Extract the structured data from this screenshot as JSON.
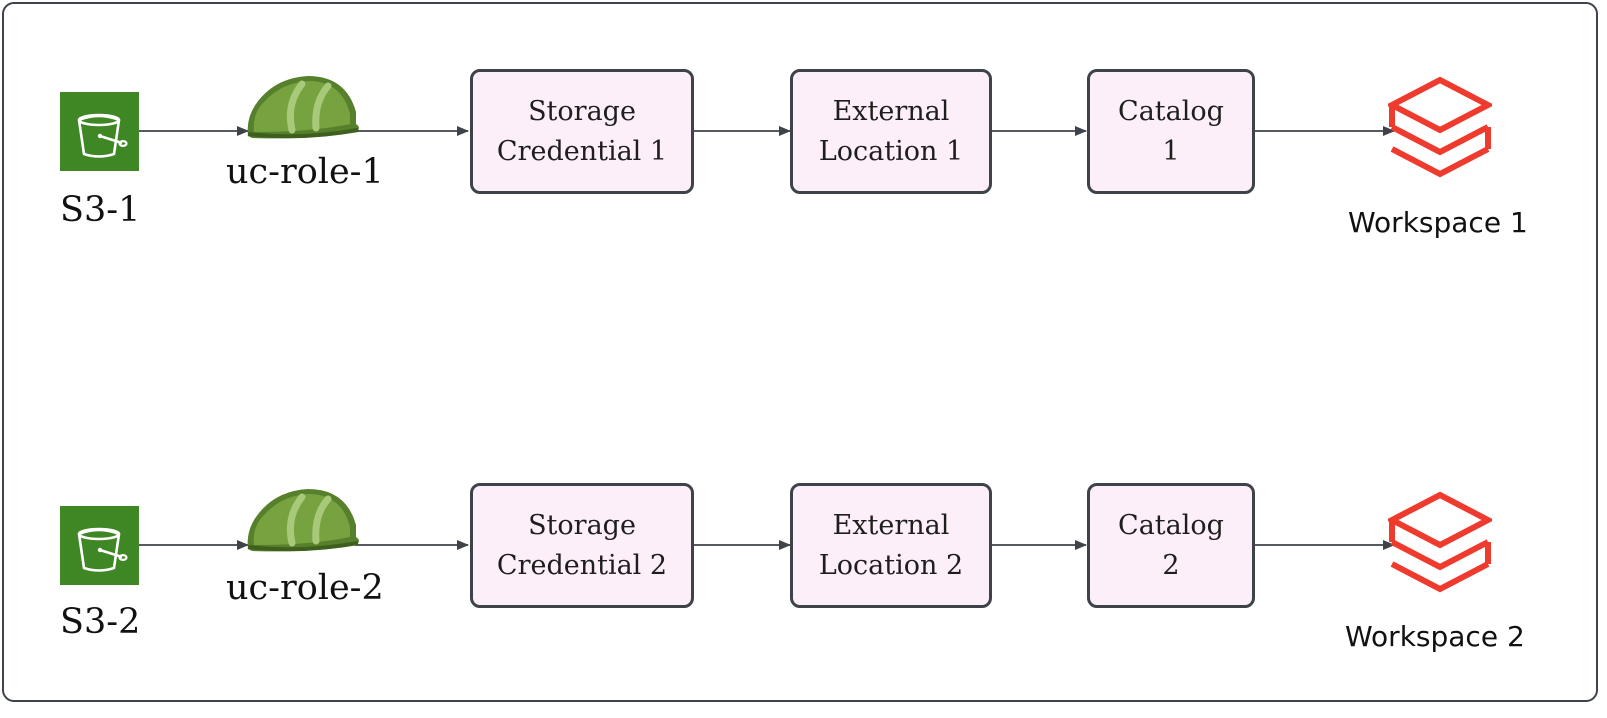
{
  "rows": [
    {
      "bucket_label": "S3-1",
      "role_label": "uc-role-1",
      "credential": [
        "Storage",
        "Credential 1"
      ],
      "location": [
        "External",
        "Location 1"
      ],
      "catalog": [
        "Catalog",
        "1"
      ],
      "workspace_label": "Workspace 1"
    },
    {
      "bucket_label": "S3-2",
      "role_label": "uc-role-2",
      "credential": [
        "Storage",
        "Credential 2"
      ],
      "location": [
        "External",
        "Location 2"
      ],
      "catalog": [
        "Catalog",
        "2"
      ],
      "workspace_label": "Workspace 2"
    }
  ],
  "icons": {
    "bucket": "s3-bucket-icon",
    "role": "helmet-icon",
    "workspace": "databricks-layers-icon"
  },
  "colors": {
    "s3_green": "#3f8624",
    "helmet_green": "#6f9a3a",
    "box_fill": "#fdeffa",
    "box_border": "#3e434a",
    "arrow": "#3e434a",
    "databricks_red": "#ef3b2d"
  }
}
